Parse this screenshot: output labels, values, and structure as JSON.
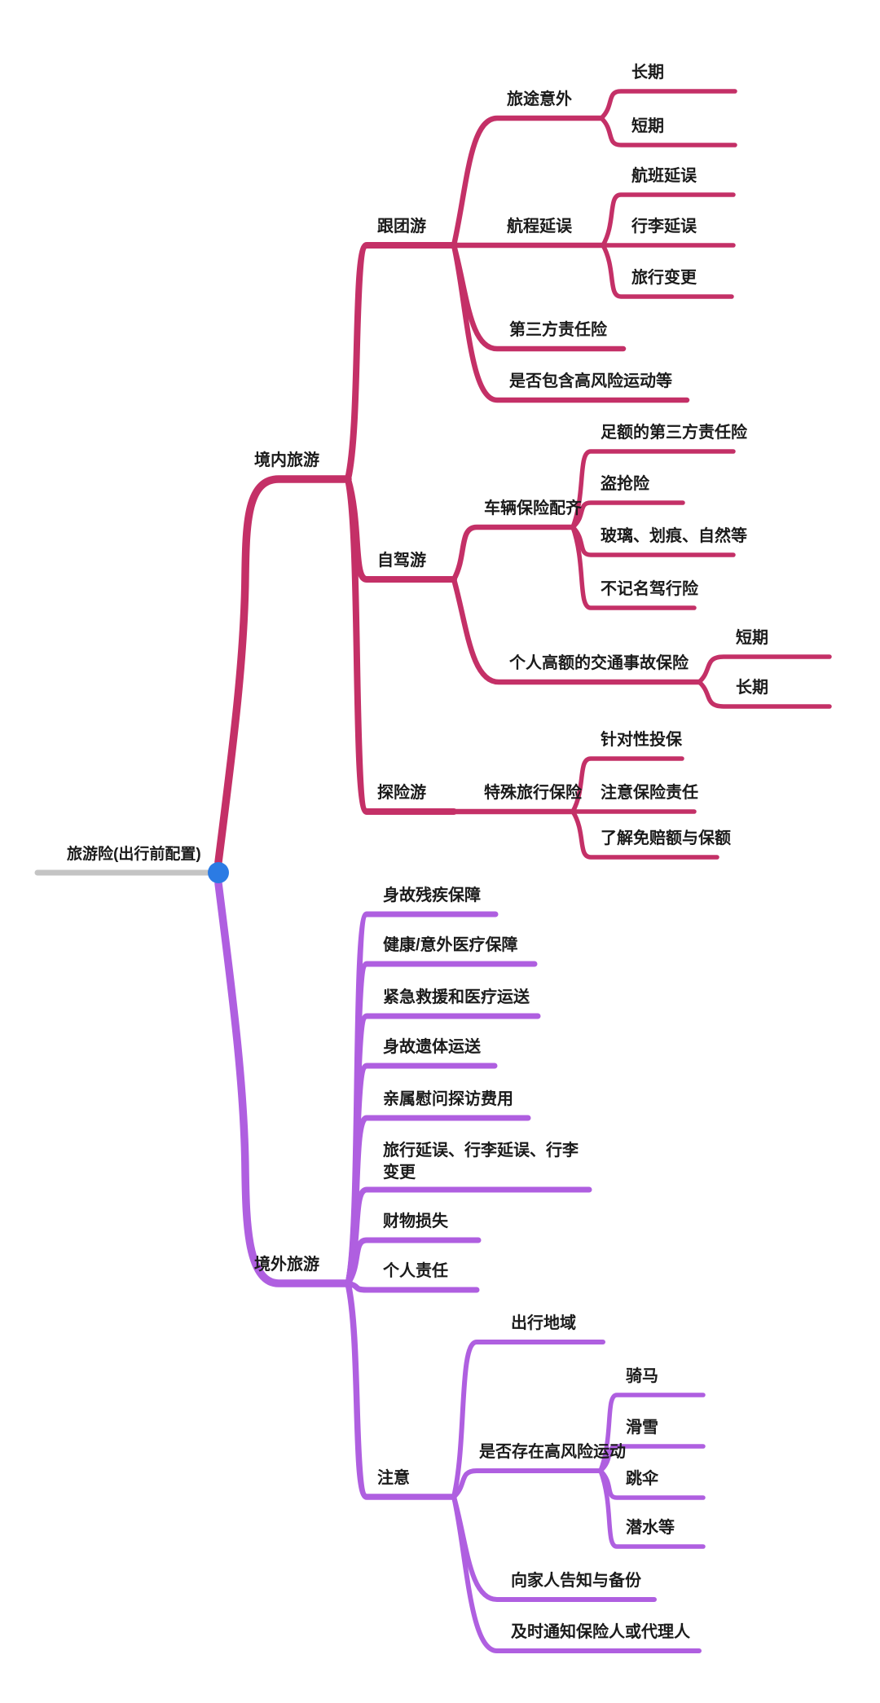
{
  "colors": {
    "branch_domestic": "#C43067",
    "branch_overseas": "#AF5FE0",
    "root_bar": "#C4C4C4",
    "root_dot": "#2B7BE4",
    "text": "#1B1B1B",
    "background": "#FFFFFF"
  },
  "mindmap": {
    "root": {
      "label": "旅游险(出行前配置)"
    },
    "tree": [
      {
        "label": "境内旅游",
        "children": [
          {
            "label": "跟团游",
            "children": [
              {
                "label": "旅途意外",
                "children": [
                  {
                    "label": "长期"
                  },
                  {
                    "label": "短期"
                  }
                ]
              },
              {
                "label": "航程延误",
                "children": [
                  {
                    "label": "航班延误"
                  },
                  {
                    "label": "行李延误"
                  },
                  {
                    "label": "旅行变更"
                  }
                ]
              },
              {
                "label": "第三方责任险"
              },
              {
                "label": "是否包含高风险运动等"
              }
            ]
          },
          {
            "label": "自驾游",
            "children": [
              {
                "label": "车辆保险配齐",
                "children": [
                  {
                    "label": "足额的第三方责任险"
                  },
                  {
                    "label": "盗抢险"
                  },
                  {
                    "label": "玻璃、划痕、自然等"
                  },
                  {
                    "label": "不记名驾行险"
                  }
                ]
              },
              {
                "label": "个人高额的交通事故保险",
                "children": [
                  {
                    "label": "短期"
                  },
                  {
                    "label": "长期"
                  }
                ]
              }
            ]
          },
          {
            "label": "探险游",
            "children": [
              {
                "label": "特殊旅行保险",
                "children": [
                  {
                    "label": "针对性投保"
                  },
                  {
                    "label": "注意保险责任"
                  },
                  {
                    "label": "了解免赔额与保额"
                  }
                ]
              }
            ]
          }
        ]
      },
      {
        "label": "境外旅游",
        "children": [
          {
            "label": "身故残疾保障"
          },
          {
            "label": "健康/意外医疗保障"
          },
          {
            "label": "紧急救援和医疗运送"
          },
          {
            "label": "身故遗体运送"
          },
          {
            "label": "亲属慰问探访费用"
          },
          {
            "label": "旅行延误、行李延误、行李变更"
          },
          {
            "label": "财物损失"
          },
          {
            "label": "个人责任"
          },
          {
            "label": "注意",
            "children": [
              {
                "label": "出行地域"
              },
              {
                "label": "是否存在高风险运动",
                "children": [
                  {
                    "label": "骑马"
                  },
                  {
                    "label": "滑雪"
                  },
                  {
                    "label": "跳伞"
                  },
                  {
                    "label": "潜水等"
                  }
                ]
              },
              {
                "label": "向家人告知与备份"
              },
              {
                "label": "及时通知保险人或代理人"
              }
            ]
          }
        ]
      }
    ]
  }
}
